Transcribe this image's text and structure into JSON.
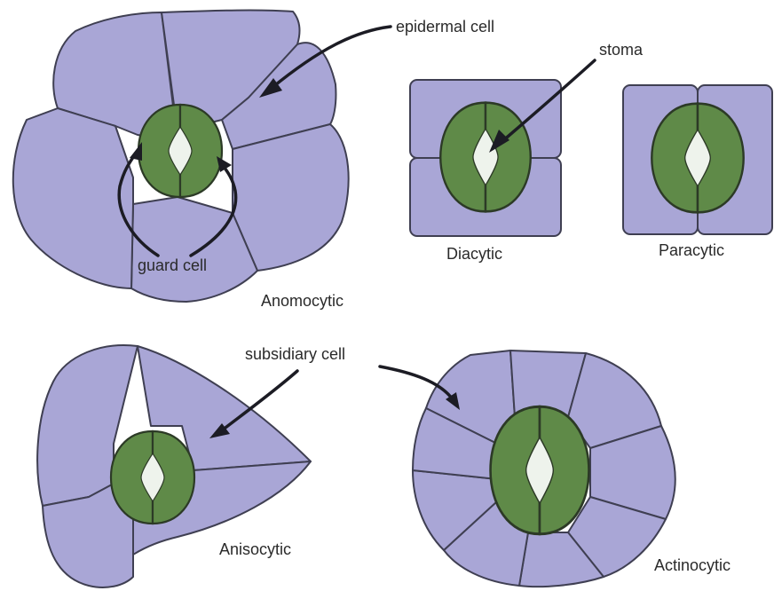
{
  "colors": {
    "epidermal_cell": "#a9a6d6",
    "guard_cell": "#5f8a48",
    "stomatal_pore": "#eef3ec",
    "outline": "#3f3f52",
    "arrow": "#1c1c24"
  },
  "labels": {
    "epidermal_cell": "epidermal cell",
    "stoma": "stoma",
    "guard_cell": "guard cell",
    "subsidiary_cell": "subsidiary cell"
  },
  "types": {
    "anomocytic": "Anomocytic",
    "diacytic": "Diacytic",
    "paracytic": "Paracytic",
    "anisocytic": "Anisocytic",
    "actinocytic": "Actinocytic"
  }
}
